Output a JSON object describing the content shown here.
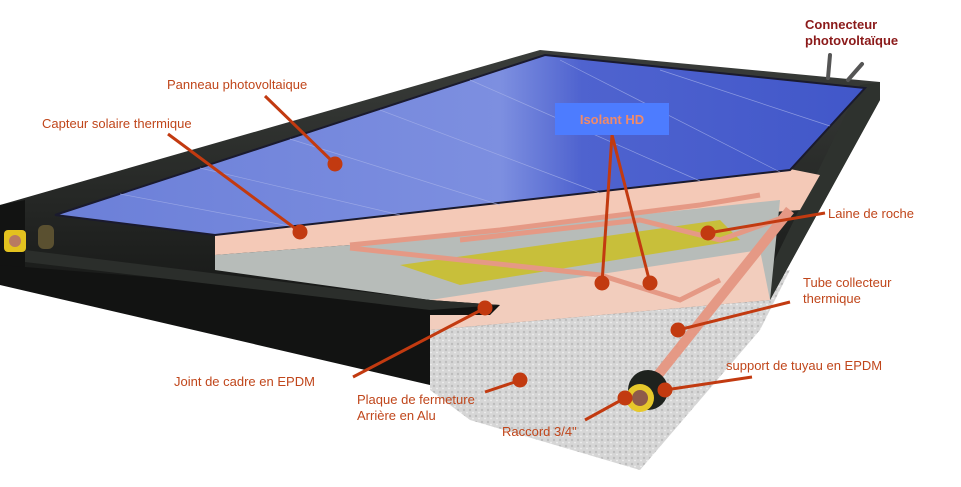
{
  "colors": {
    "label_text": "#c0461b",
    "leader_line": "#c23a10",
    "connector_label": "#8b1a1a",
    "badge_bg": "#4d7cff",
    "badge_text": "#f08a6a",
    "pv_panel": "#4a5fc9",
    "pv_panel_light": "#7e8fe0",
    "frame": "#1a1c1a",
    "copper": "#e89a86",
    "insulation_pink": "#f3c7b6",
    "rock_wool": "#c8bf3a",
    "alu_plate": "#d9d9d9",
    "absorber_grey": "#b9bdba"
  },
  "labels": {
    "connecteur": {
      "line1": "Connecteur",
      "line2": "photovoltaïque"
    },
    "panneau_pv": "Panneau photovoltaique",
    "capteur_thermique": "Capteur solaire thermique",
    "isolant_hd": "Isolant HD",
    "laine_de_roche": "Laine de roche",
    "tube_collecteur": {
      "line1": "Tube collecteur",
      "line2": "thermique"
    },
    "support_tuyau": "support de tuyau en EPDM",
    "joint_cadre": "Joint de cadre en EPDM",
    "plaque_fermeture": {
      "line1": "Plaque de fermeture",
      "line2": "Arrière en Alu"
    },
    "raccord": "Raccord 3/4\""
  },
  "components": [
    {
      "id": "pv-panel",
      "name": "Panneau photovoltaique"
    },
    {
      "id": "thermal-collector",
      "name": "Capteur solaire thermique"
    },
    {
      "id": "hd-insulation",
      "name": "Isolant HD"
    },
    {
      "id": "rock-wool",
      "name": "Laine de roche"
    },
    {
      "id": "collector-tube",
      "name": "Tube collecteur thermique"
    },
    {
      "id": "pipe-support",
      "name": "support de tuyau en EPDM"
    },
    {
      "id": "frame-seal",
      "name": "Joint de cadre en EPDM"
    },
    {
      "id": "back-plate",
      "name": "Plaque de fermeture Arrière en Alu"
    },
    {
      "id": "fitting",
      "name": "Raccord 3/4\""
    },
    {
      "id": "pv-connector",
      "name": "Connecteur photovoltaïque"
    }
  ]
}
